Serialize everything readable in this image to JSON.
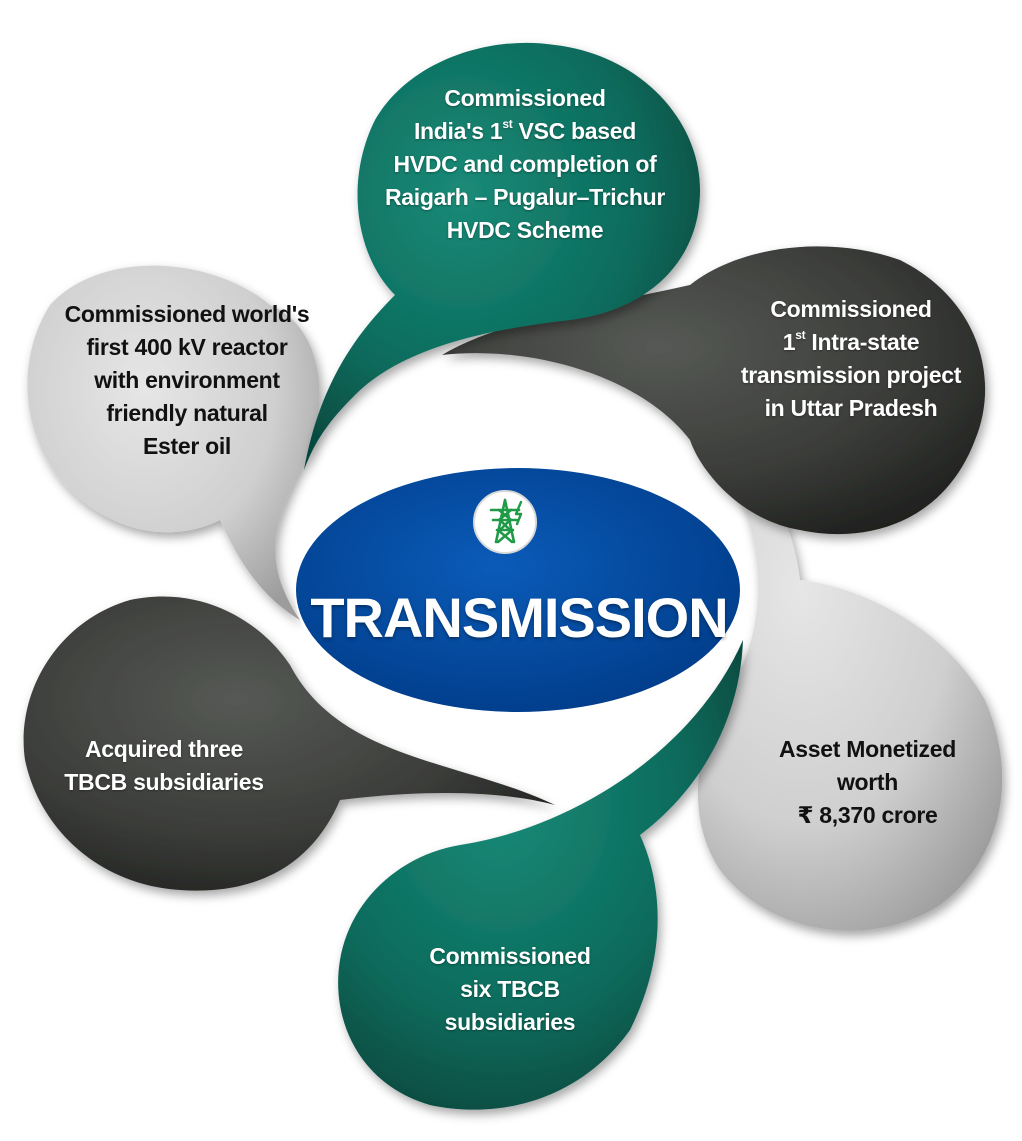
{
  "center": {
    "title": "TRANSMISSION",
    "icon": "transmission-tower-icon",
    "fill_color": "#00479b"
  },
  "colors": {
    "teal": "#0b6b5c",
    "dark_gray": "#3b3d3a",
    "light_gray": "#cfcfcf",
    "icon_green": "#1f9a47"
  },
  "petals": {
    "top": {
      "line1": "Commissioned",
      "line2_pre": "India's 1",
      "line2_sup": "st",
      "line2_post": " VSC based",
      "line3": "HVDC and completion of",
      "line4": "Raigarh – Pugalur–Trichur",
      "line5": "HVDC Scheme"
    },
    "upper_right": {
      "line1": "Commissioned",
      "line2_pre": "1",
      "line2_sup": "st",
      "line2_post": " Intra-state",
      "line3": "transmission project",
      "line4": "in Uttar Pradesh"
    },
    "lower_right": {
      "line1": "Asset Monetized",
      "line2": "worth",
      "line3": "₹ 8,370 crore"
    },
    "bottom": {
      "line1": "Commissioned",
      "line2": "six TBCB",
      "line3": "subsidiaries"
    },
    "lower_left": {
      "line1": "Acquired three",
      "line2": "TBCB subsidiaries"
    },
    "upper_left": {
      "line1": "Commissioned world's",
      "line2": "first 400 kV reactor",
      "line3": "with environment",
      "line4": "friendly natural",
      "line5": "Ester oil"
    }
  }
}
